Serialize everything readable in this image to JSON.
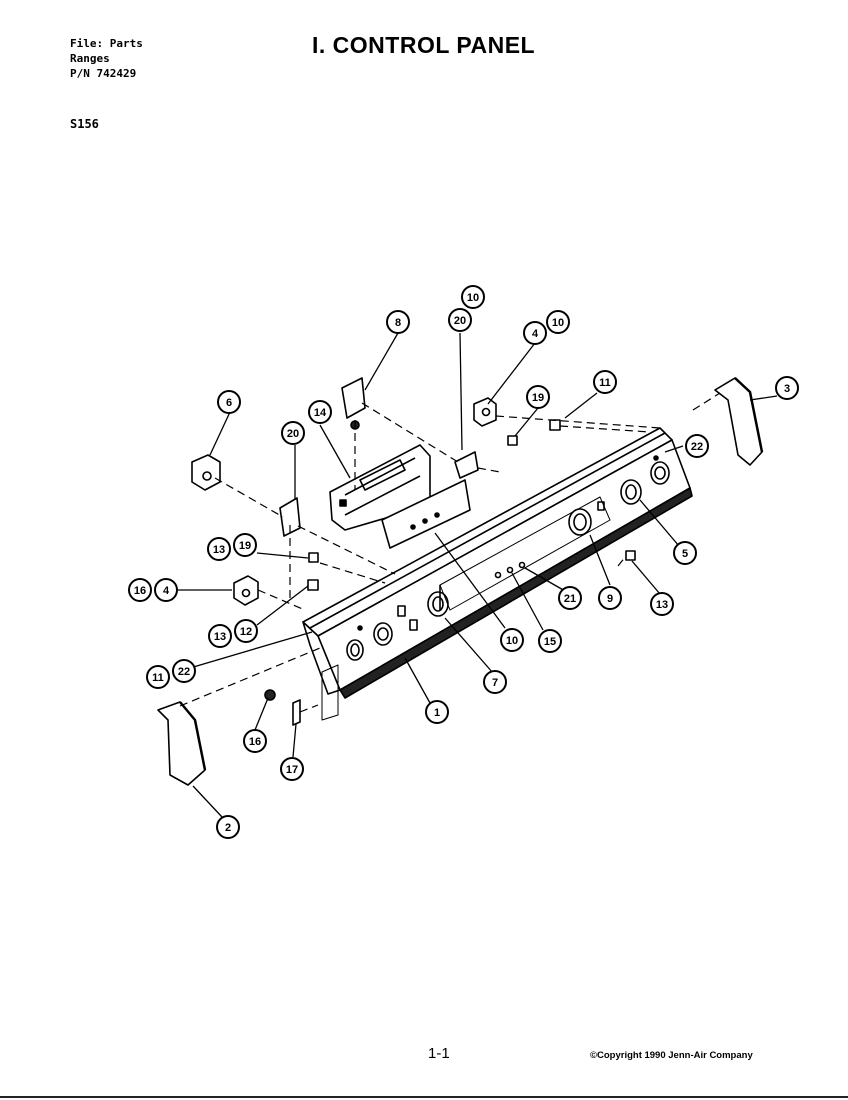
{
  "header": {
    "file_line": "File: Parts",
    "category_line": "Ranges",
    "pn_line": "P/N 742429",
    "model": "S156"
  },
  "title": "I. CONTROL PANEL",
  "footer": {
    "page_number": "1-1",
    "copyright": "©Copyright 1990 Jenn-Air Company"
  },
  "callouts": [
    "10",
    "8",
    "20",
    "4",
    "10",
    "11",
    "3",
    "6",
    "14",
    "20",
    "19",
    "22",
    "13",
    "19",
    "5",
    "16",
    "4",
    "13",
    "12",
    "9",
    "13",
    "21",
    "10",
    "15",
    "7",
    "11",
    "22",
    "1",
    "16",
    "17",
    "2"
  ]
}
